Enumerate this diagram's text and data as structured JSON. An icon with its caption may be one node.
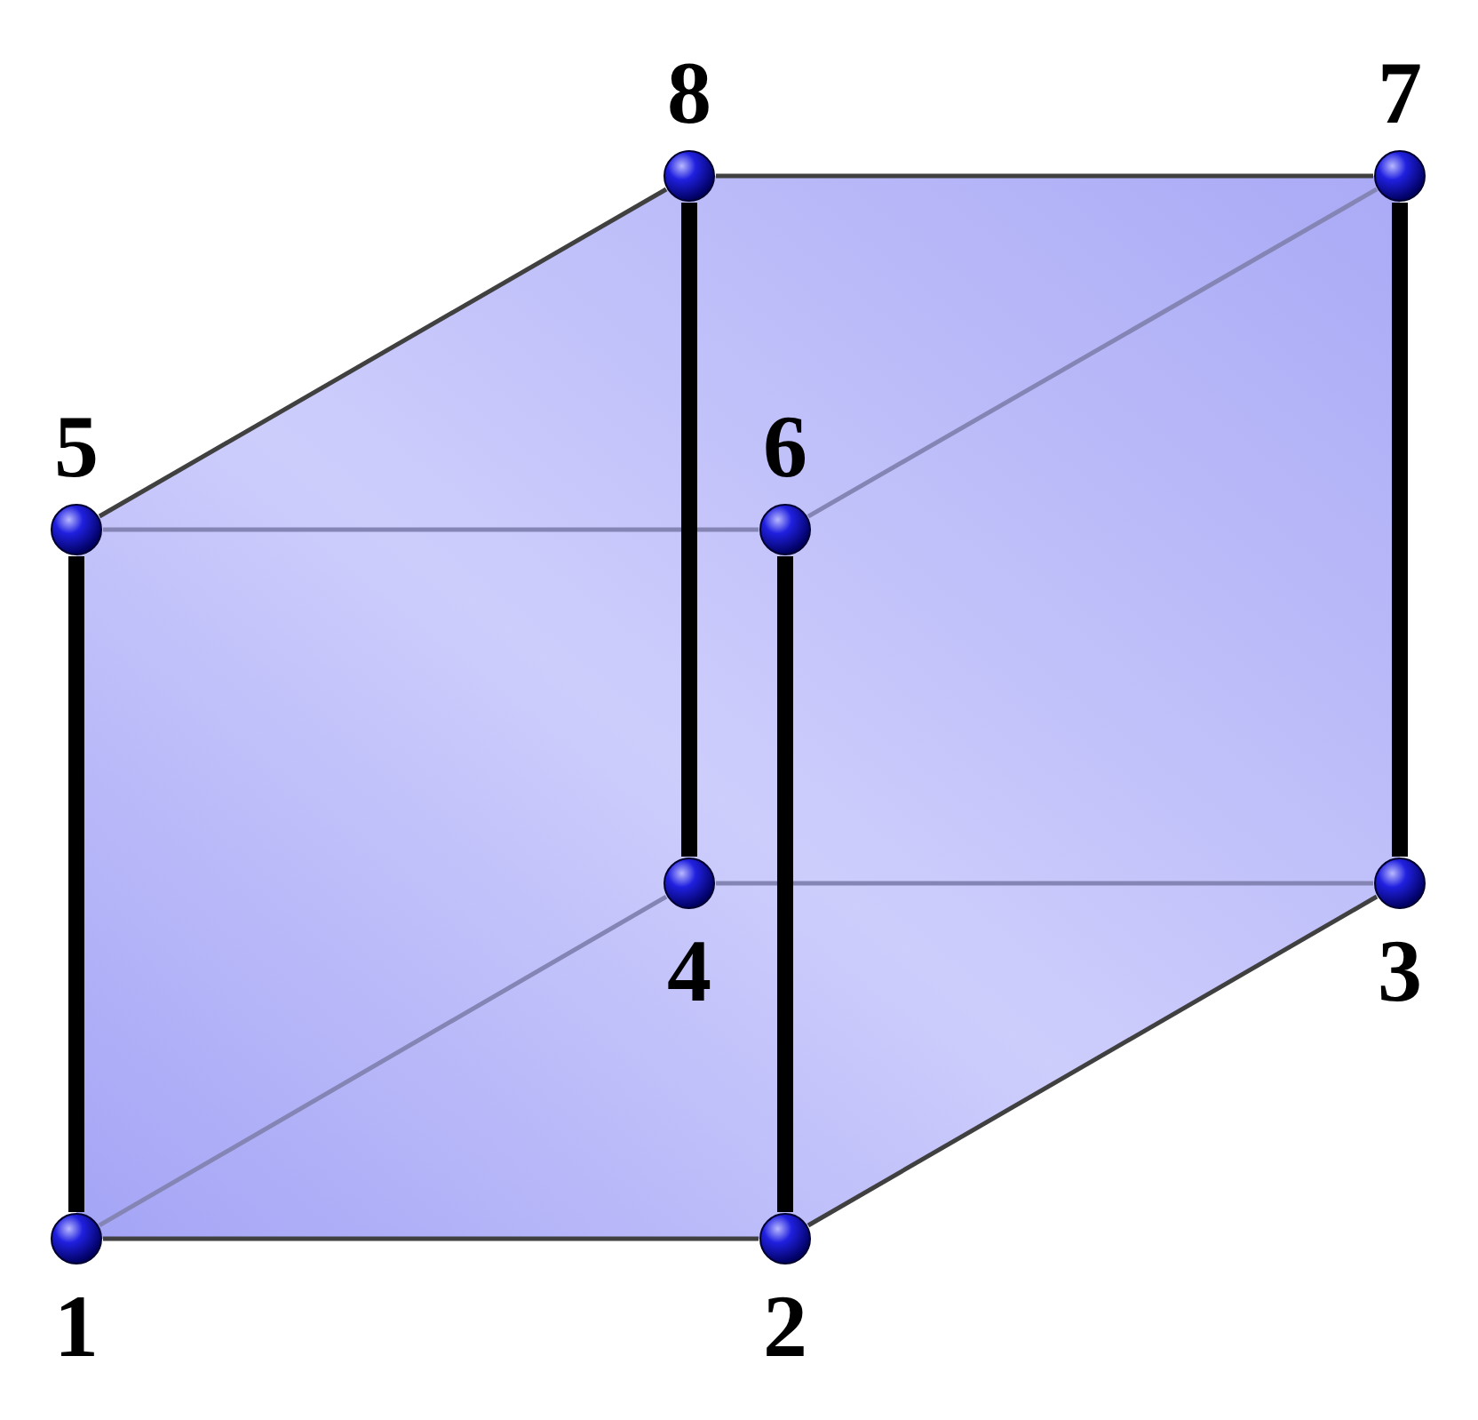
{
  "diagram": {
    "nodes": [
      {
        "text": [],
        "shape": "circle",
        "beside": [
          "8"
        ]
      },
      {
        "text": [],
        "shape": "circle",
        "beside": [
          "7"
        ]
      },
      {
        "text": [],
        "shape": "circle",
        "beside": [
          "5"
        ]
      },
      {
        "text": [],
        "shape": "circle",
        "beside": [
          "6"
        ]
      },
      {
        "text": [],
        "shape": "circle",
        "beside": [
          "4"
        ]
      },
      {
        "text": [],
        "shape": "circle",
        "beside": [
          "3"
        ]
      },
      {
        "text": [],
        "shape": "circle",
        "beside": [
          "1"
        ]
      },
      {
        "text": [],
        "shape": "circle",
        "beside": [
          "2"
        ]
      }
    ],
    "edges": [
      {
        "from": 6,
        "to": 7,
        "arrow": "none"
      },
      {
        "from": 7,
        "to": 5,
        "arrow": "none"
      },
      {
        "from": 2,
        "to": 0,
        "arrow": "none"
      },
      {
        "from": 0,
        "to": 1,
        "arrow": "none"
      },
      {
        "from": 2,
        "to": 3,
        "arrow": "none",
        "color": "#8585b5"
      },
      {
        "from": 3,
        "to": 1,
        "arrow": "none",
        "color": "#8585b5"
      },
      {
        "from": 6,
        "to": 4,
        "arrow": "none",
        "color": "#8585b5"
      },
      {
        "from": 4,
        "to": 5,
        "arrow": "none",
        "color": "#8585b5"
      },
      {
        "from": 6,
        "to": 2,
        "arrow": "none",
        "style": "thick",
        "color": "#000000"
      },
      {
        "from": 7,
        "to": 3,
        "arrow": "none",
        "style": "thick",
        "color": "#000000"
      },
      {
        "from": 4,
        "to": 0,
        "arrow": "none",
        "style": "thick",
        "color": "#000000"
      },
      {
        "from": 5,
        "to": 1,
        "arrow": "none",
        "style": "thick",
        "color": "#000000"
      }
    ]
  }
}
